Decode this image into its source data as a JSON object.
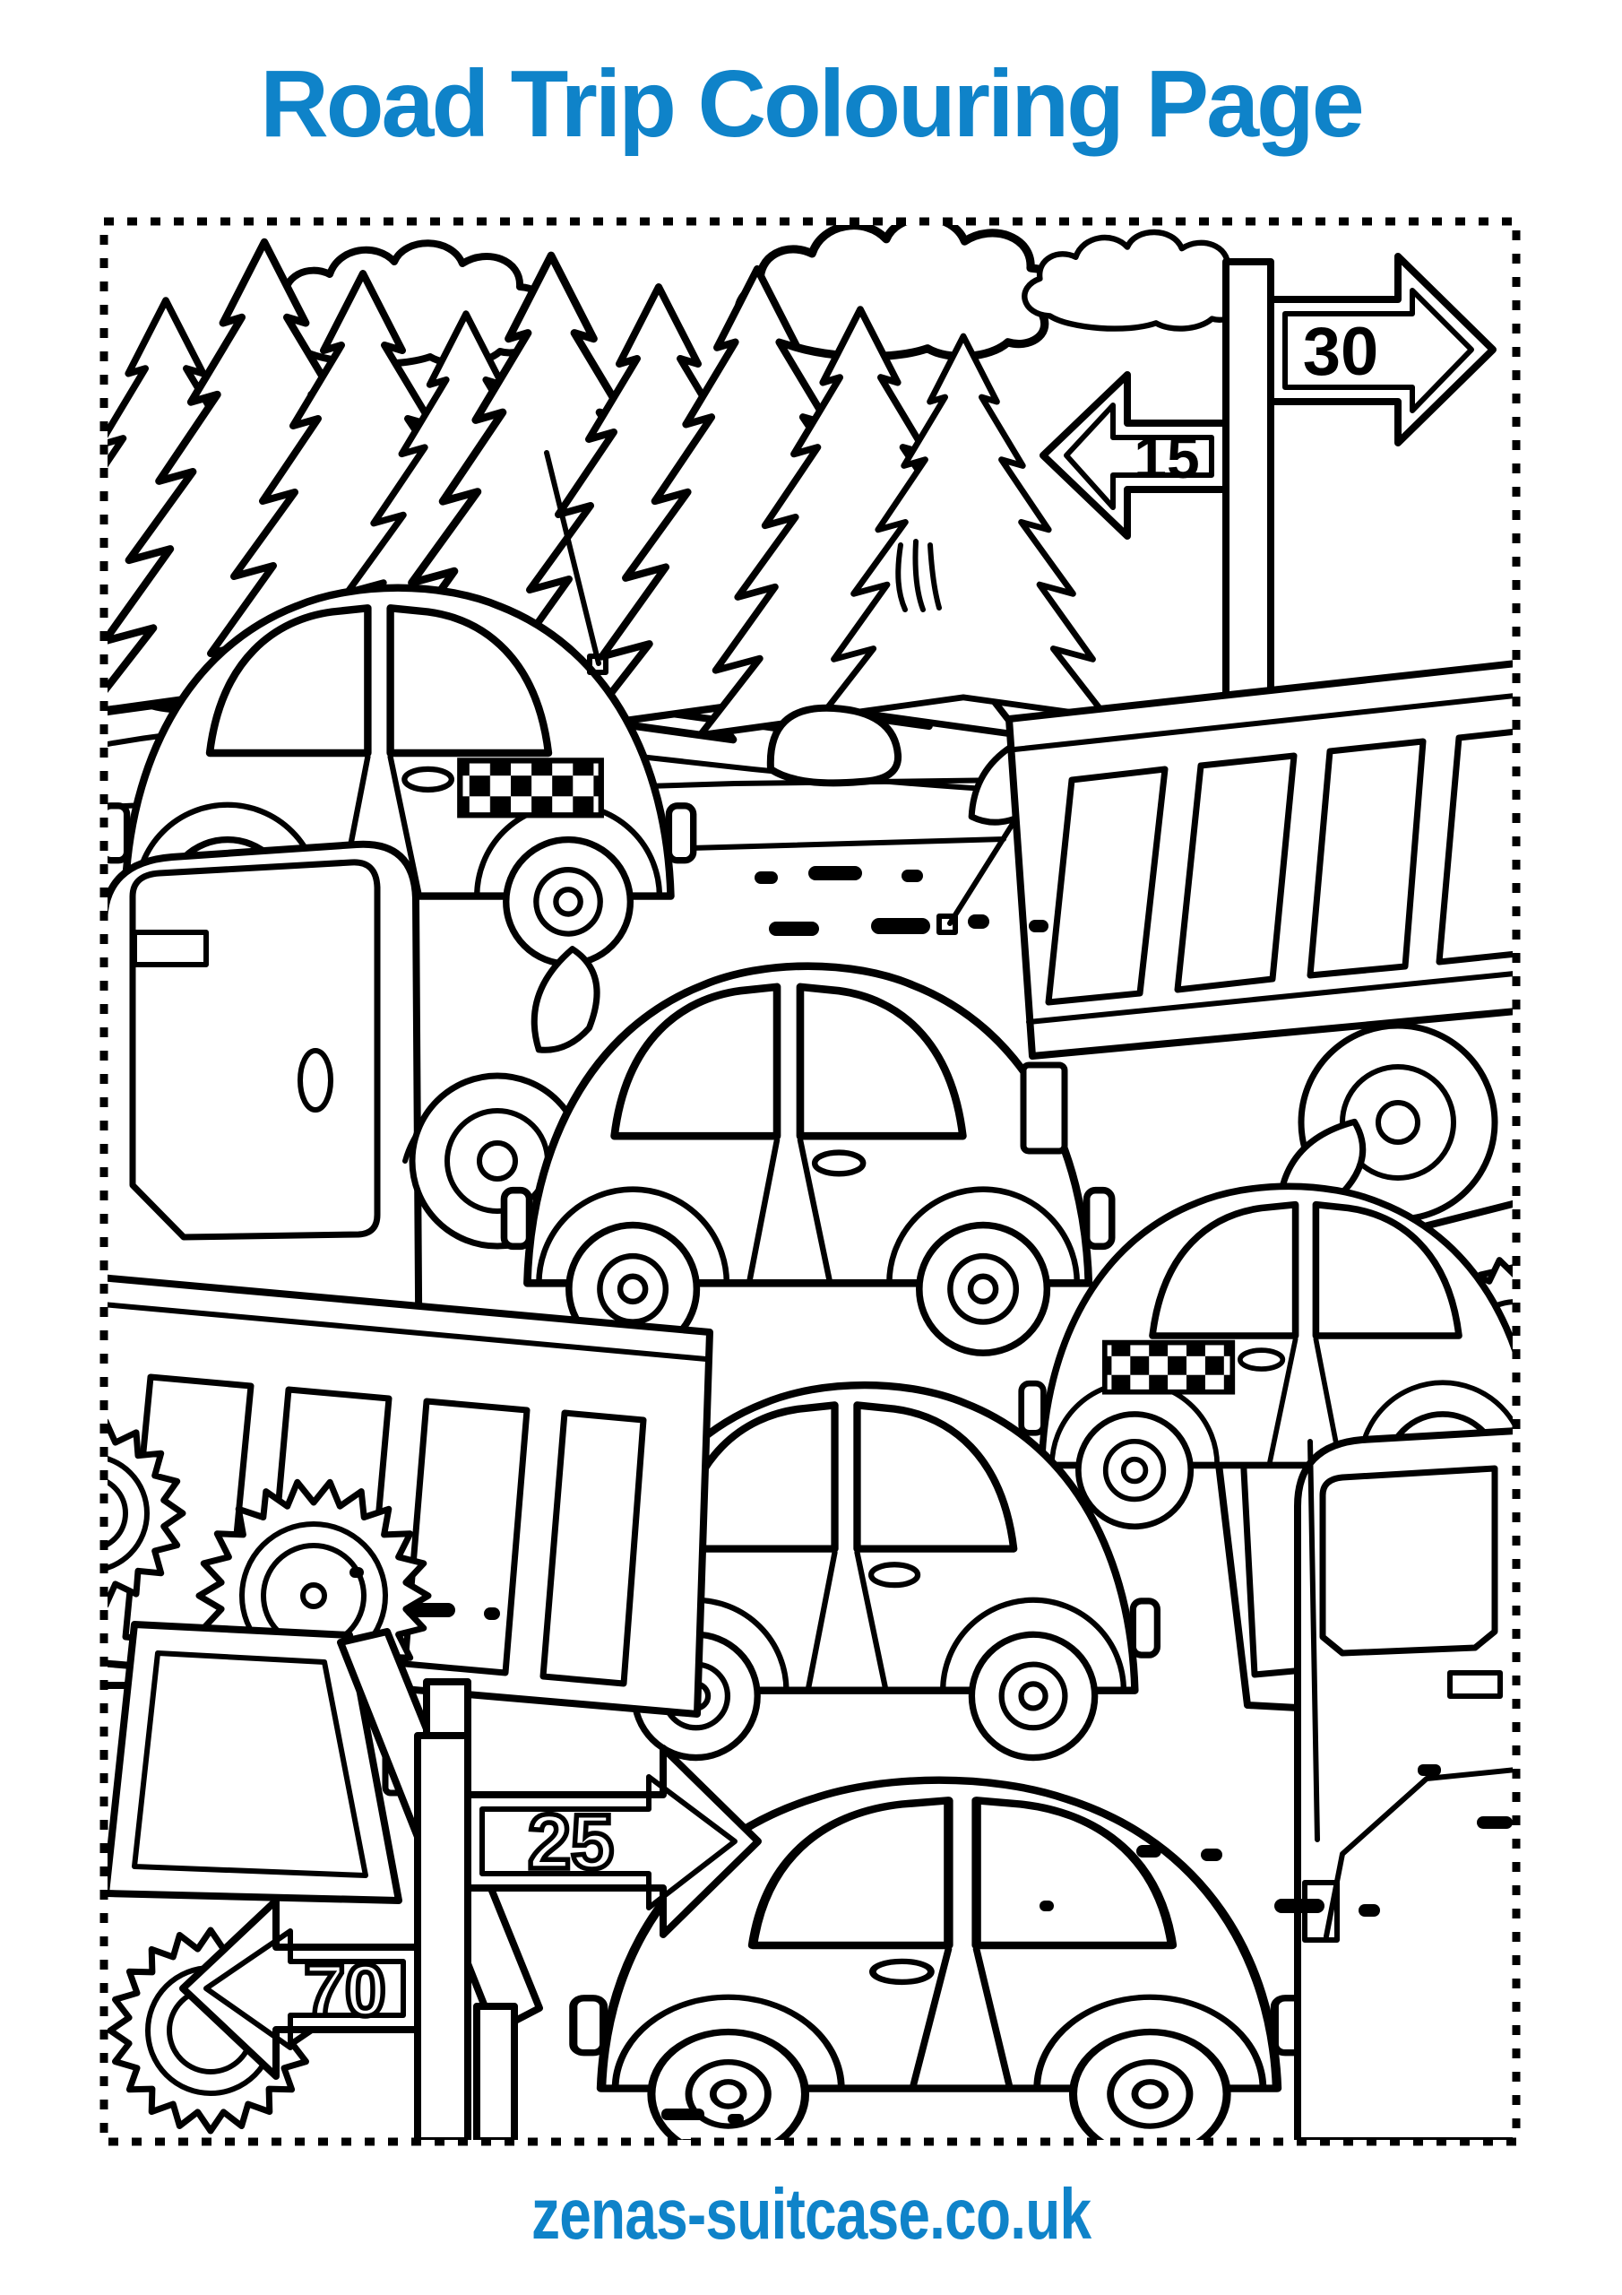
{
  "page": {
    "title": "Road Trip Colouring Page",
    "footer": "zenas-suitcase.co.uk",
    "accent_color": "#0f83c9",
    "line_color": "#000000",
    "background_color": "#ffffff"
  },
  "signs": {
    "s30": {
      "label": "30",
      "direction": "right"
    },
    "s15": {
      "label": "15",
      "direction": "left"
    },
    "s25": {
      "label": "25",
      "direction": "right"
    },
    "s70": {
      "label": "70",
      "direction": "left"
    }
  },
  "scene": {
    "elements": [
      "pine-trees",
      "clouds",
      "hills",
      "beetle-cars",
      "taxi-cars-with-checker-band",
      "stake-trucks",
      "van",
      "jeep",
      "gear-toothed-wheels",
      "speed-arrow-signs",
      "road-dashes",
      "dashed-border"
    ]
  }
}
